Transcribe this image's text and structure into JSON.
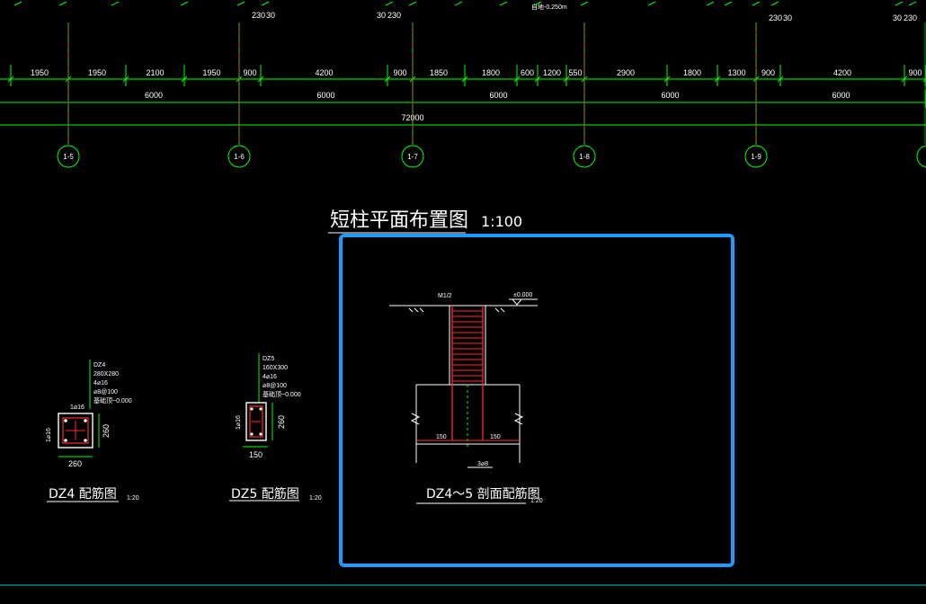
{
  "canvas_bg": "#000000",
  "colors": {
    "dim_line": "#00ff00",
    "text": "#ffffff",
    "axis": "#ff3030",
    "rebar": "#ff2a2a",
    "selection": "#1e9bff",
    "border": "#00c8c8"
  },
  "top_fragments": {
    "a": "230",
    "b": "30",
    "c": "30",
    "d": "230",
    "e": "230",
    "f": "30",
    "g": "30",
    "h": "230",
    "elev": "自地-0.250m"
  },
  "dims_row1": [
    "1950",
    "1950",
    "2100",
    "1950",
    "900",
    "4200",
    "900",
    "1850",
    "1800",
    "600",
    "1200",
    "550",
    "2900",
    "1800",
    "1300",
    "900",
    "4200",
    "900"
  ],
  "dims_row2": [
    "6000",
    "6000",
    "6000",
    "6000",
    "6000"
  ],
  "dims_total": "72000",
  "grid_axes": [
    "1-5",
    "1-6",
    "1-7",
    "1-8",
    "1-9"
  ],
  "plan_title": {
    "text": "短柱平面布置图",
    "scale": "1:100"
  },
  "dz4": {
    "name": "DZ4",
    "size": "280X280",
    "bars": "4⌀16",
    "stirrup": "⌀8@100",
    "top_elev": "基础顶~0.000",
    "side_bar": "1⌀16",
    "top_bar": "1⌀16",
    "width": "260",
    "height": "260",
    "title": "DZ4 配筋图",
    "scale": "1:20"
  },
  "dz5": {
    "name": "DZ5",
    "size": "160X300",
    "bars": "4⌀16",
    "stirrup": "⌀8@100",
    "top_elev": "基础顶~0.000",
    "side_bar": "1⌀16",
    "width": "150",
    "height": "260",
    "title": "DZ5 配筋图",
    "scale": "1:20"
  },
  "section": {
    "top_label": "M1/2",
    "elev": "±0.000",
    "dim_left": "150",
    "dim_right": "150",
    "bottom_bar": "3⌀8",
    "title": "DZ4～5 剖面配筋图",
    "scale": "1:20"
  }
}
